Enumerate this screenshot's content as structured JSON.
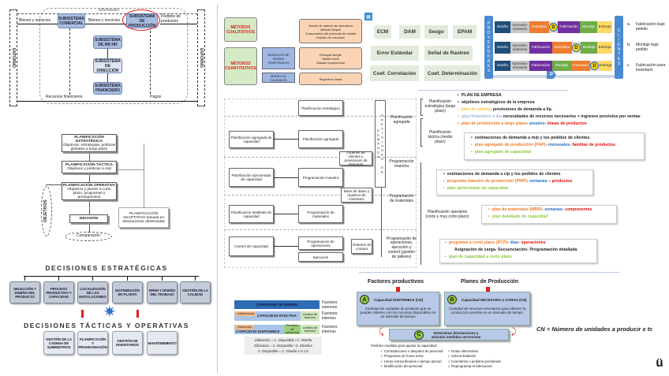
{
  "subsystems": {
    "entorno_left": "ENTORNO",
    "entorno_right": "ENTORNO",
    "comercial": "SUBSISTEMA COMERCIAL",
    "produccion": "SUBSISTEMA DE PRODUCCIÓN",
    "rrhh": "SUBSISTEMA DE RR HH",
    "direccion": "SUBSISTEMA DE DIRECCIÓN",
    "financiero": "SUBSISTEMA FINANCIERO",
    "flow_top": "Información",
    "flow_products": "Bienes y servicios",
    "flow_orders": "Pedidos de productos",
    "flow_inputs": "Recursos financieros",
    "flow_payments": "Pagos",
    "flow_left": "Bienes y servicios"
  },
  "planning_flow": {
    "estrategica_title": "PLANIFICACIÓN ESTRATÉGICA",
    "estrategica_text": "Objetivos, estrategias, políticas globales a largo plazo",
    "tactica_title": "PLANIFICACIÓN TÁCTICA",
    "tactica_text": "Objetivos y políticas a m/p",
    "operativa_title": "PLANIFICACIÓN OPERATIVA",
    "operativa_text": "Objetivos y planes a corto plazo, programas y presupuestos",
    "decision": "DECISIÓN",
    "comparacion": "Comparación",
    "objetivos": "OBJETIVOS",
    "adaptativa": "PLANIFICACIÓN ADAPTATIVA basada en desviaciones observadas"
  },
  "decisions": {
    "strategic_title": "DECISIONES ESTRATÉGICAS",
    "strategic": [
      "SELECCIÓN Y DISEÑO DEL PRODUCTO",
      "PROCESO PRODUCTIVO Y CAPACIDAD",
      "LOCALIZACIÓN DE LAS INSTALACIONES",
      "DISTRIBUCIÓN EN PLANTA",
      "RRHH Y DISEÑO DEL TRABAJO",
      "GESTIÓN DE LA CALIDAD"
    ],
    "tactical_title": "DECISIONES TÁCTICAS Y OPERATIVAS",
    "tactical": [
      "GESTIÓN DE LA CADENA DE SUMINISTROS",
      "PLANIFICACIÓN Y PROGRAMACIÓN",
      "GESTIÓN DE INVENTARIOS",
      "MANTENIMIENTO"
    ]
  },
  "methods": {
    "cualitativos": "MÉTODOS CUALITATIVOS",
    "cuantitativos": "MÉTODOS CUANTITATIVOS",
    "series": "MODELOS DE SERIES TEMPORALES",
    "causales": "MODELOS CAUSALES",
    "qual_items": [
      "Jurado de opinión de ejecutivos",
      "Método Delphi",
      "Composición del personal de ventas",
      "Estudio de mercado"
    ],
    "series_items": [
      "Enfoque simple",
      "Media móvil",
      "Alisado exponencial"
    ],
    "causal_items": [
      "Regresión lineal"
    ]
  },
  "metrics": [
    "ECM",
    "DAM",
    "Sesgo",
    "EPAM",
    "Error Estándar",
    "Señal de Rastreo",
    "Coef. Correlación",
    "Coef. Determinación"
  ],
  "supply_chain": {
    "proveedores": "PROVEEDORES",
    "clientes": "CLIENTES",
    "d": "D",
    "p": "P",
    "rows": [
      [
        "Diseño",
        "Aprovisio-namiento",
        "Inventario",
        "Fabricación",
        "Montaje",
        "Entrega"
      ],
      [
        "Diseño",
        "Aprovisio-namiento",
        "Fabricación",
        "Inventario",
        "Montaje",
        "Entrega"
      ],
      [
        "Diseño",
        "Aprovisio-namiento",
        "Fabricación",
        "Montaje",
        "Inventario",
        "Entrega"
      ]
    ],
    "legend": [
      {
        "k": "a.",
        "t": "Fabricación bajo pedido"
      },
      {
        "k": "b.",
        "t": "Montaje bajo pedido"
      },
      {
        "k": "c.",
        "t": "Fabricación para inventario"
      }
    ]
  },
  "hierarchy": {
    "estrategica": "Planificación estratégica",
    "agregada": "Planificación agregada",
    "cap_agregada": "Planificación agregada de capacidad",
    "ordenes_clientes": "Órdenes de clientes y previsiones de demanda",
    "maestra": "Programación maestra",
    "cap_aprox": "Planificación aproximada de capacidad",
    "base_datos": "Base de datos y registros de inventario",
    "materiales": "Programación de materiales",
    "cap_detallada": "Planificación detallada de capacidad",
    "operaciones": "Programación de operaciones",
    "ejecucion": "Ejecución",
    "control": "Control de capacidad",
    "ordenes_compra": "Órdenes de compra",
    "previsiones": "PREVISIONES DE DEMANDA",
    "side": [
      "Planificación agregada",
      "Programación maestra",
      "Programación de materiales",
      "Programación de operaciones, ejecución y control (gestión de talleres)"
    ]
  },
  "planning_levels": {
    "estrategica_label": "Planificación estratégica (largo plazo)",
    "tactica_label": "Planificación táctica (medio plazo)",
    "operativa_label": "Planificación operativa (corto y muy corto plazo)",
    "l1": "PLAN DE EMPRESA",
    "l2": "objetivos estratégicos de la empresa",
    "l3a": "plan de ventas",
    "l3b": "- previsiones de demanda a l/p.",
    "l4a": "plan financiero a l/p",
    "l4b": "- necesidades de recursos necesarios + ingresos previstos por ventas",
    "l5a": "plan de producción a largo plazo",
    "l5b": "- ",
    "l5c": "anuales",
    "l5d": "- ",
    "l5e": "líneas de productos",
    "b1l1": "estimaciones de demanda a m/p y los pedidos de clientes.",
    "b1l2a": "plan agregado de producción (PAP)",
    "b1l2b": "- ",
    "b1l2c": "mensuales",
    "b1l2d": "- ",
    "b1l2e": "familias de productos",
    "b1l3": "plan agregado de capacidad",
    "b2l1": "estimaciones de demanda a c/p y los pedidos de clientes",
    "b2l2a": "programa maestro de producción (PMP)",
    "b2l2b": "- ",
    "b2l2c": "semanas",
    "b2l2d": " – ",
    "b2l2e": "productos",
    "b2l3": "plan aproximado de capacidad",
    "b3l1a": "plan de materiales (MRP)",
    "b3l1b": "- ",
    "b3l1c": "semanas",
    "b3l1d": "- ",
    "b3l1e": "componentes",
    "b3l2": "plan detallado de capacidad",
    "b4l1a": "programa a corto plazo (PCP)",
    "b4l1b": "- ",
    "b4l1c": "días",
    "b4l1d": "- ",
    "b4l1e": "operaciones",
    "b4l2": "Asignación de carga- Secuenciación- Programación detallada",
    "b4l3": "plan de capacidad a corto plazo"
  },
  "capacity": {
    "factores": "Factores productivos",
    "planes": "Planes de Producción",
    "a": "A",
    "a_title": "Capacidad DISPONIBLE (CD)",
    "a_text": "Cantidad de unidades de producto que se pueden obtener con los recursos disponibles en un intervalo de tiempo",
    "b": "B",
    "b_title": "Capacidad NECESARIA o CARGA (CN)",
    "b_text": "Cantidad de recursos necesarios para obtener la producción prevista en un intervalo de tiempo",
    "c": "C",
    "c_title": "Determinar desviaciones y articular medidas correctivas",
    "formula": "CN = Número de unidades a producir x tc",
    "list_title": "Posibles medidas para ajustar la capacidad:",
    "list_left": [
      "Contrataciones o despidos de personal",
      "Programas de horas extra",
      "Horas extraordinarias o tiempo parcial",
      "Modificación del personal"
    ],
    "list_right": [
      "Rutas alternativas",
      "Subcontratación",
      "Inventarios o pedidos pendientes",
      "Reprogramar la fabricación"
    ]
  },
  "layers": {
    "diseno": "CAPACIDAD DE DISEÑO",
    "diseno_note": "Factores externos",
    "ineficiencias": "Ineficiencias",
    "efectiva": "CAPACIDAD EFECTIVA",
    "limites": "Límites de factores",
    "efectiva_note": "Factores internos",
    "eficiencia": "Eficiencia",
    "disponible": "CAPACIDAD DISPONIBLE",
    "perdidas": "Pérdidas de eficiencia",
    "limites2": "Límites de factores",
    "disponible_note": "Factores internos",
    "f1": "Utilización = C. Disponible / C. Diseño",
    "f2": "Eficiencia = C. Disponible / C. Efectiva",
    "f3": "C. Disponible = C. Diseño x U x E"
  },
  "colors": {
    "accent_blue": "#a9bde0",
    "red_highlight": "#e02020",
    "orange": "#f07a22",
    "green": "#8cc63e"
  }
}
